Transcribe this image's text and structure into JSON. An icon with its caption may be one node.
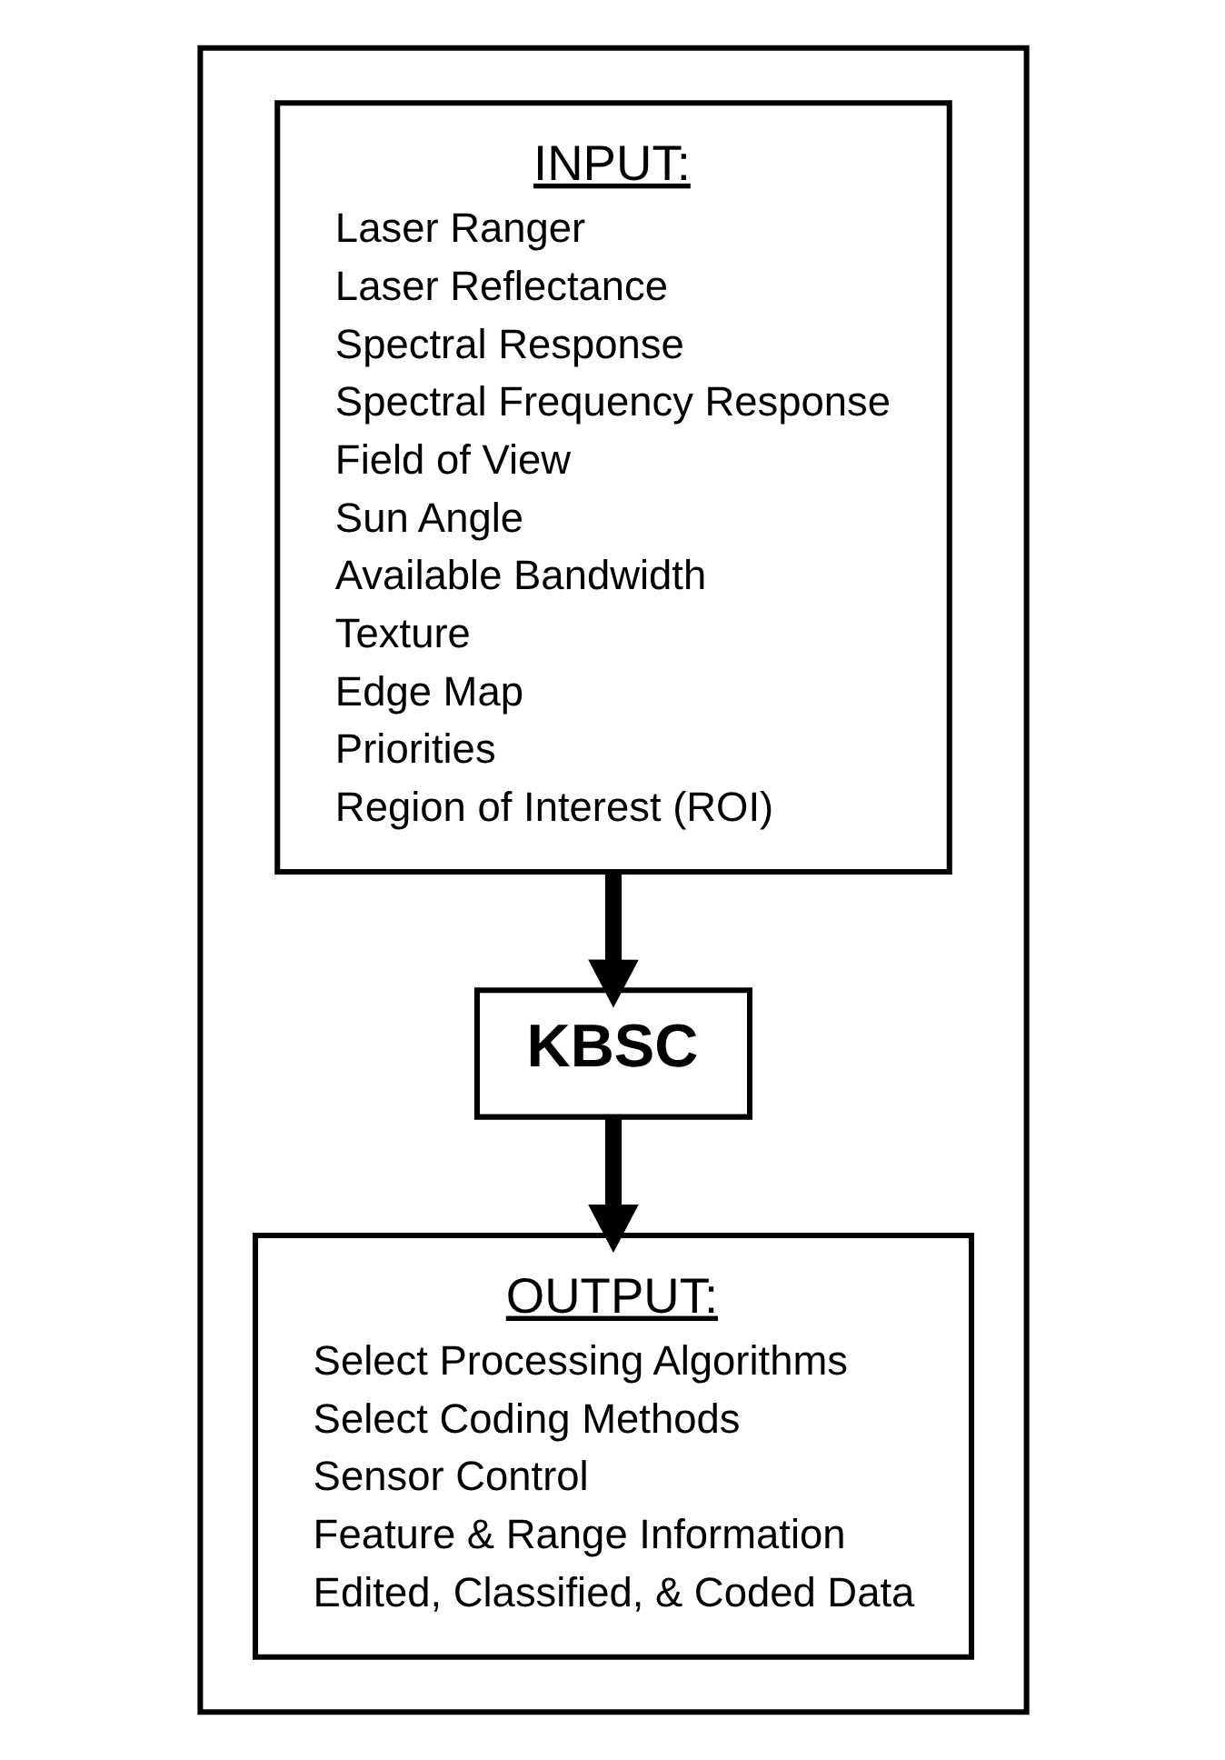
{
  "diagram": {
    "nodes": [
      {
        "text": [],
        "shape": "box"
      },
      {
        "text": [
          "INPUT:",
          "Laser Ranger",
          "Laser Reflectance",
          "Spectral Response",
          "Spectral Frequency Response",
          "Field of View",
          "Sun Angle",
          "Available Bandwidth",
          "Texture",
          "Edge Map",
          "Priorities",
          "Region of Interest (ROI)"
        ],
        "in": 0
      },
      {
        "text": [
          "KBSC"
        ],
        "in": 0
      },
      {
        "text": [
          "OUTPUT:",
          "Select Processing Algorithms",
          "Select Coding Methods",
          "Sensor Control",
          "Feature & Range Information",
          "Edited, Classified, & Coded Data"
        ],
        "in": 0
      }
    ],
    "edges": [
      {
        "from": 1,
        "to": 2,
        "arrow": "to"
      },
      {
        "from": 2,
        "to": 3,
        "arrow": "to"
      }
    ]
  }
}
